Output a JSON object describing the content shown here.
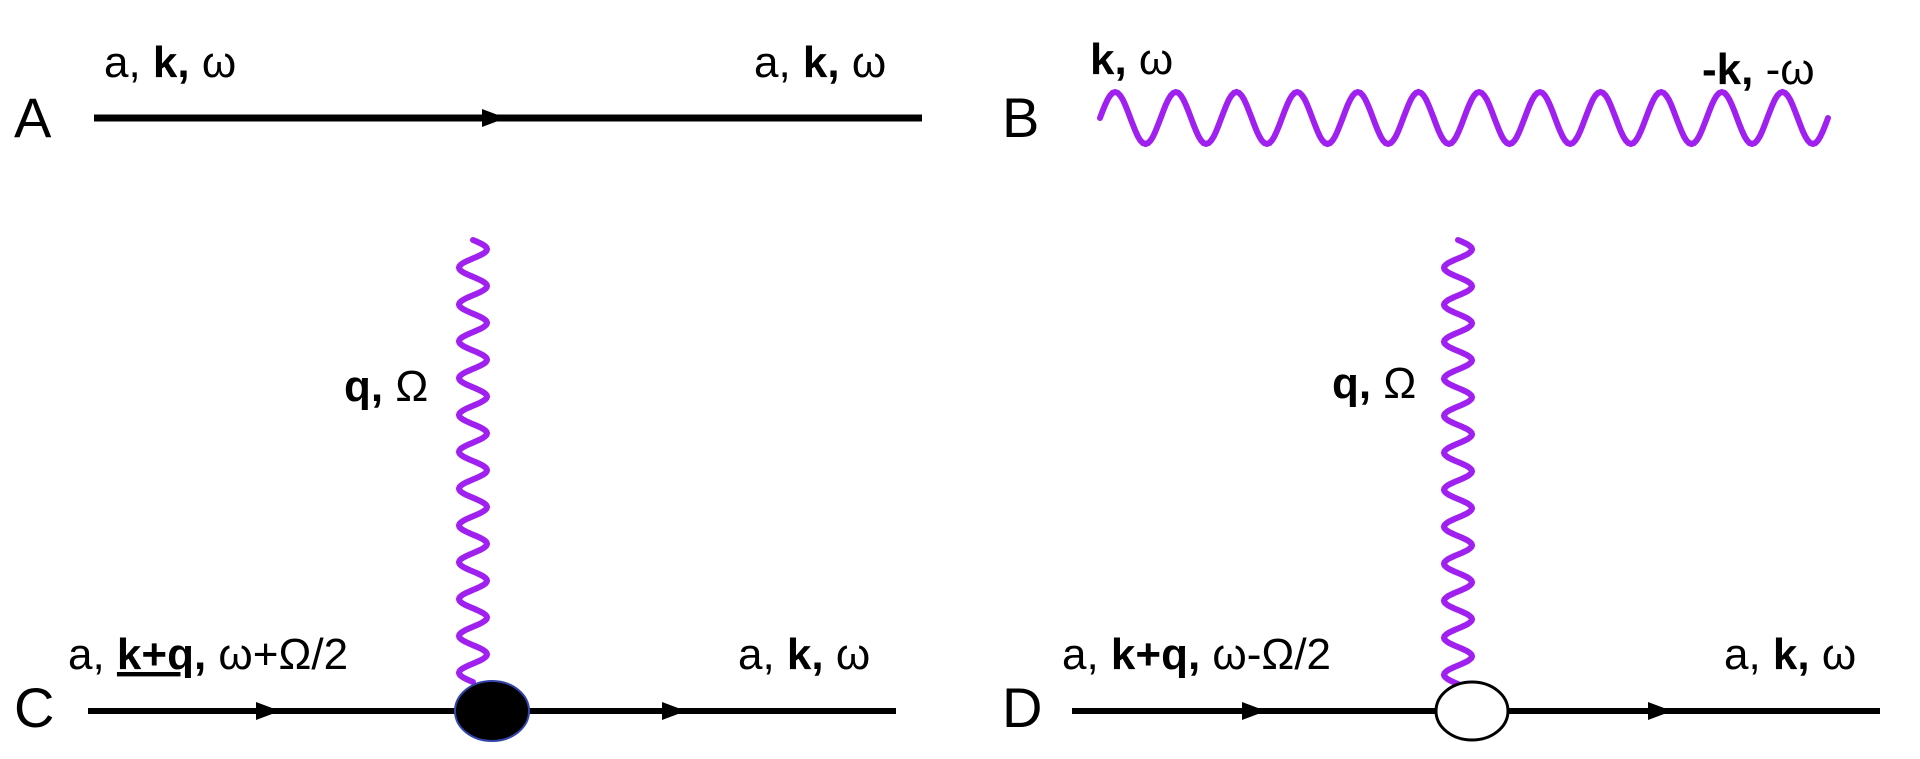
{
  "colors": {
    "fermion_line": "#000000",
    "wavy_line": "#a020f0",
    "filled_vertex": "#000000",
    "vertex_outline": "#3344aa",
    "open_vertex_fill": "#ffffff",
    "spellcheck_underline": "#ff2a2a"
  },
  "panels": {
    "A": {
      "label": "A",
      "left": {
        "a": "a, ",
        "k": "k,",
        "w": " ω"
      },
      "right": {
        "a": "a, ",
        "k": "k,",
        "w": " ω"
      }
    },
    "B": {
      "label": "B",
      "left": {
        "k": "k,",
        "w": " ω"
      },
      "right": {
        "k": "-k,",
        "w": " -ω"
      }
    },
    "C": {
      "label": "C",
      "photon": {
        "q": "q,",
        "W": " Ω"
      },
      "incoming": {
        "a": "a, ",
        "k": "k+q,",
        "w": " ω+Ω/2"
      },
      "outgoing": {
        "a": "a, ",
        "k": "k,",
        "w": " ω"
      },
      "vertex_style": "filled-ellipse"
    },
    "D": {
      "label": "D",
      "photon": {
        "q": "q,",
        "W": " Ω"
      },
      "incoming": {
        "a": "a, ",
        "k": "k+q,",
        "w": " ω-Ω/2"
      },
      "outgoing": {
        "a": "a, ",
        "k": "k,",
        "w": " ω"
      },
      "vertex_style": "open-ellipse"
    }
  }
}
